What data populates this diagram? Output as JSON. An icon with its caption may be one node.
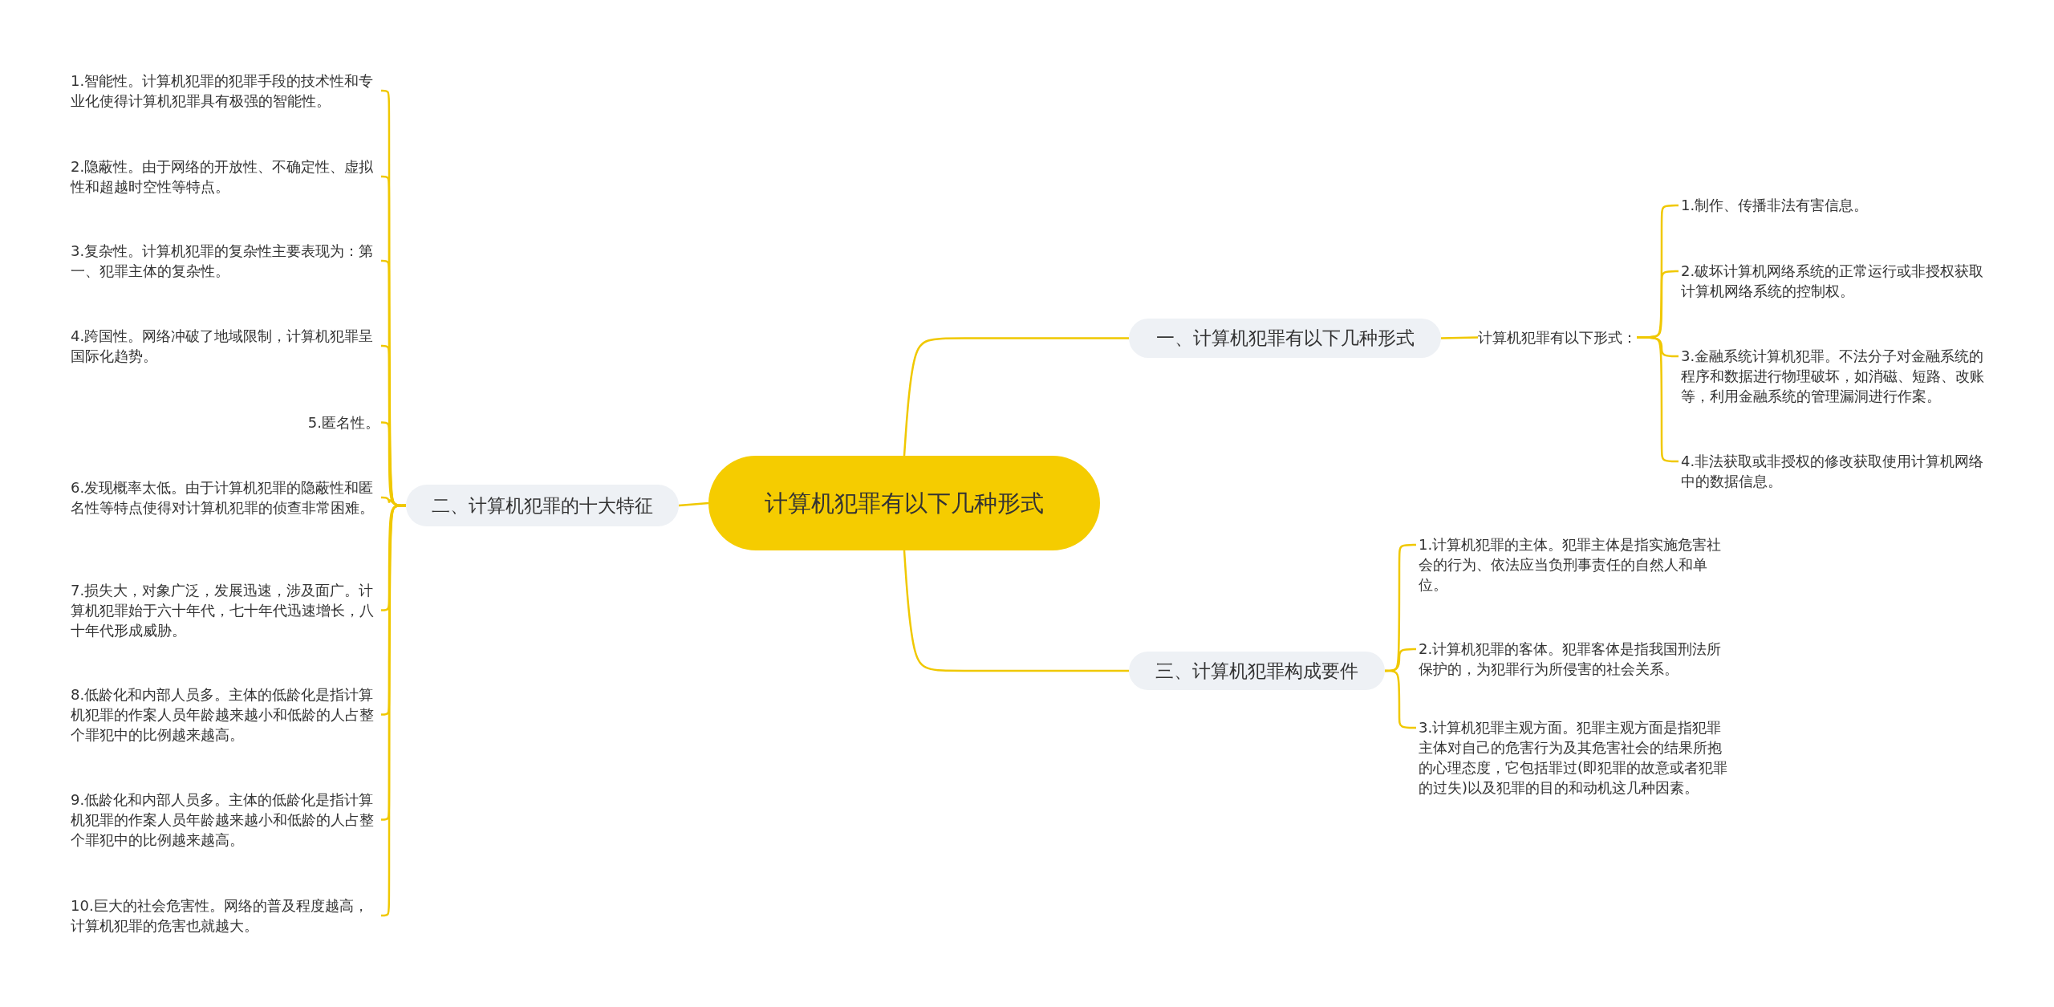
{
  "diagram": {
    "nodes": [
      {
        "text": [
          "计算机犯罪有以下几种形式"
        ]
      },
      {
        "text": [
          "一、计算机犯罪有以下几种形式"
        ]
      },
      {
        "text": [
          "计算机犯罪有以下形式："
        ]
      },
      {
        "text": [
          "1.制作、传播非法有害信息。"
        ]
      },
      {
        "text": [
          "2.破坏计算机网络系统的正常运行或非授权获取计算机网络系统的控制权。"
        ]
      },
      {
        "text": [
          "3.金融系统计算机犯罪。不法分子对金融系统的程序和数据进行物理破坏，如消磁、短路、改账等，利用金融系统的管理漏洞进行作案。"
        ]
      },
      {
        "text": [
          "4.非法获取或非授权的修改获取使用计算机网络中的数据信息。"
        ]
      },
      {
        "text": [
          "二、计算机犯罪的十大特征"
        ]
      },
      {
        "text": [
          "1.智能性。计算机犯罪的犯罪手段的技术性和专业化使得计算机犯罪具有极强的智能性。"
        ]
      },
      {
        "text": [
          "2.隐蔽性。由于网络的开放性、不确定性、虚拟性和超越时空性等特点。"
        ]
      },
      {
        "text": [
          "3.复杂性。计算机犯罪的复杂性主要表现为：第一、犯罪主体的复杂性。"
        ]
      },
      {
        "text": [
          "4.跨国性。网络冲破了地域限制，计算机犯罪呈国际化趋势。"
        ]
      },
      {
        "text": [
          "5.匿名性。"
        ]
      },
      {
        "text": [
          "6.发现概率太低。由于计算机犯罪的隐蔽性和匿名性等特点使得对计算机犯罪的侦查非常困难。"
        ]
      },
      {
        "text": [
          "7.损失大，对象广泛，发展迅速，涉及面广。计算机犯罪始于六十年代，七十年代迅速增长，八十年代形成威胁。"
        ]
      },
      {
        "text": [
          "8.低龄化和内部人员多。主体的低龄化是指计算机犯罪的作案人员年龄越来越小和低龄的人占整个罪犯中的比例越来越高。"
        ]
      },
      {
        "text": [
          "9.低龄化和内部人员多。主体的低龄化是指计算机犯罪的作案人员年龄越来越小和低龄的人占整个罪犯中的比例越来越高。"
        ]
      },
      {
        "text": [
          "10.巨大的社会危害性。网络的普及程度越高，计算机犯罪的危害也就越大。"
        ]
      },
      {
        "text": [
          "三、计算机犯罪构成要件"
        ]
      },
      {
        "text": [
          "1.计算机犯罪的主体。犯罪主体是指实施危害社会的行为、依法应当负刑事责任的自然人和单位。"
        ]
      },
      {
        "text": [
          "2.计算机犯罪的客体。犯罪客体是指我国刑法所保护的，为犯罪行为所侵害的社会关系。"
        ]
      },
      {
        "text": [
          "3.计算机犯罪主观方面。犯罪主观方面是指犯罪主体对自己的危害行为及其危害社会的结果所抱的心理态度，它包括罪过(即犯罪的故意或者犯罪的过失)以及犯罪的目的和动机这几种因素。"
        ]
      }
    ],
    "edges": [
      {
        "from": 0,
        "to": 1,
        "arrow": "none"
      },
      {
        "from": 1,
        "to": 2,
        "arrow": "none"
      },
      {
        "from": 2,
        "to": 3,
        "arrow": "none"
      },
      {
        "from": 2,
        "to": 4,
        "arrow": "none"
      },
      {
        "from": 2,
        "to": 5,
        "arrow": "none"
      },
      {
        "from": 2,
        "to": 6,
        "arrow": "none"
      },
      {
        "from": 0,
        "to": 7,
        "arrow": "none"
      },
      {
        "from": 7,
        "to": 8,
        "arrow": "none"
      },
      {
        "from": 7,
        "to": 9,
        "arrow": "none"
      },
      {
        "from": 7,
        "to": 10,
        "arrow": "none"
      },
      {
        "from": 7,
        "to": 11,
        "arrow": "none"
      },
      {
        "from": 7,
        "to": 12,
        "arrow": "none"
      },
      {
        "from": 7,
        "to": 13,
        "arrow": "none"
      },
      {
        "from": 7,
        "to": 14,
        "arrow": "none"
      },
      {
        "from": 7,
        "to": 15,
        "arrow": "none"
      },
      {
        "from": 7,
        "to": 16,
        "arrow": "none"
      },
      {
        "from": 7,
        "to": 17,
        "arrow": "none"
      },
      {
        "from": 0,
        "to": 18,
        "arrow": "none"
      },
      {
        "from": 18,
        "to": 19,
        "arrow": "none"
      },
      {
        "from": 18,
        "to": 20,
        "arrow": "none"
      },
      {
        "from": 18,
        "to": 21,
        "arrow": "none"
      }
    ]
  }
}
